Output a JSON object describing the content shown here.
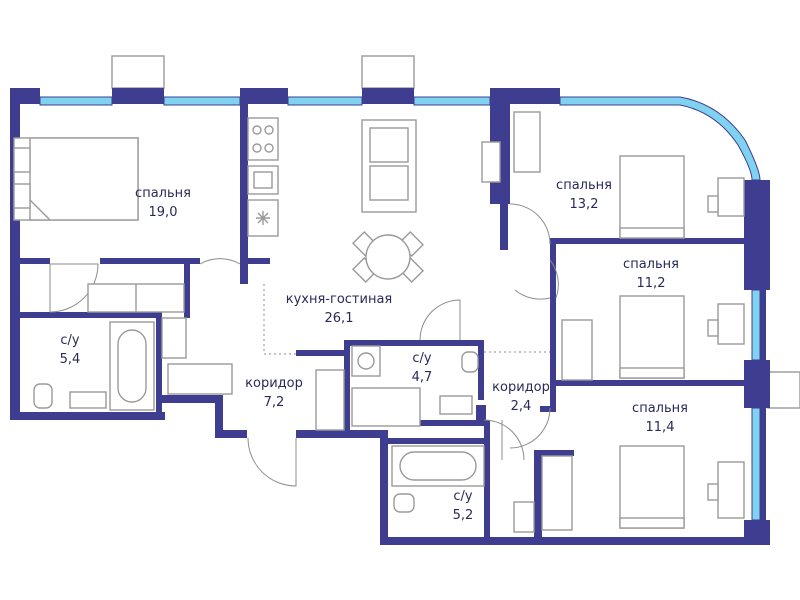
{
  "plan": {
    "colors": {
      "wall": "#3f3d8f",
      "window": "#7fd3f0",
      "furniture": "#9a9a9a",
      "text": "#2a2a5a"
    },
    "rooms": [
      {
        "id": "bedroom-1",
        "name": "спальня",
        "area": "19,0"
      },
      {
        "id": "bedroom-2",
        "name": "спальня",
        "area": "13,2"
      },
      {
        "id": "bedroom-3",
        "name": "спальня",
        "area": "11,2"
      },
      {
        "id": "bedroom-4",
        "name": "спальня",
        "area": "11,4"
      },
      {
        "id": "kitchen-living",
        "name": "кухня-гостиная",
        "area": "26,1"
      },
      {
        "id": "bathroom-1",
        "name": "с/у",
        "area": "5,4"
      },
      {
        "id": "bathroom-2",
        "name": "с/у",
        "area": "4,7"
      },
      {
        "id": "bathroom-3",
        "name": "с/у",
        "area": "5,2"
      },
      {
        "id": "corridor-1",
        "name": "коридор",
        "area": "7,2"
      },
      {
        "id": "corridor-2",
        "name": "коридор",
        "area": "2,4"
      }
    ]
  }
}
